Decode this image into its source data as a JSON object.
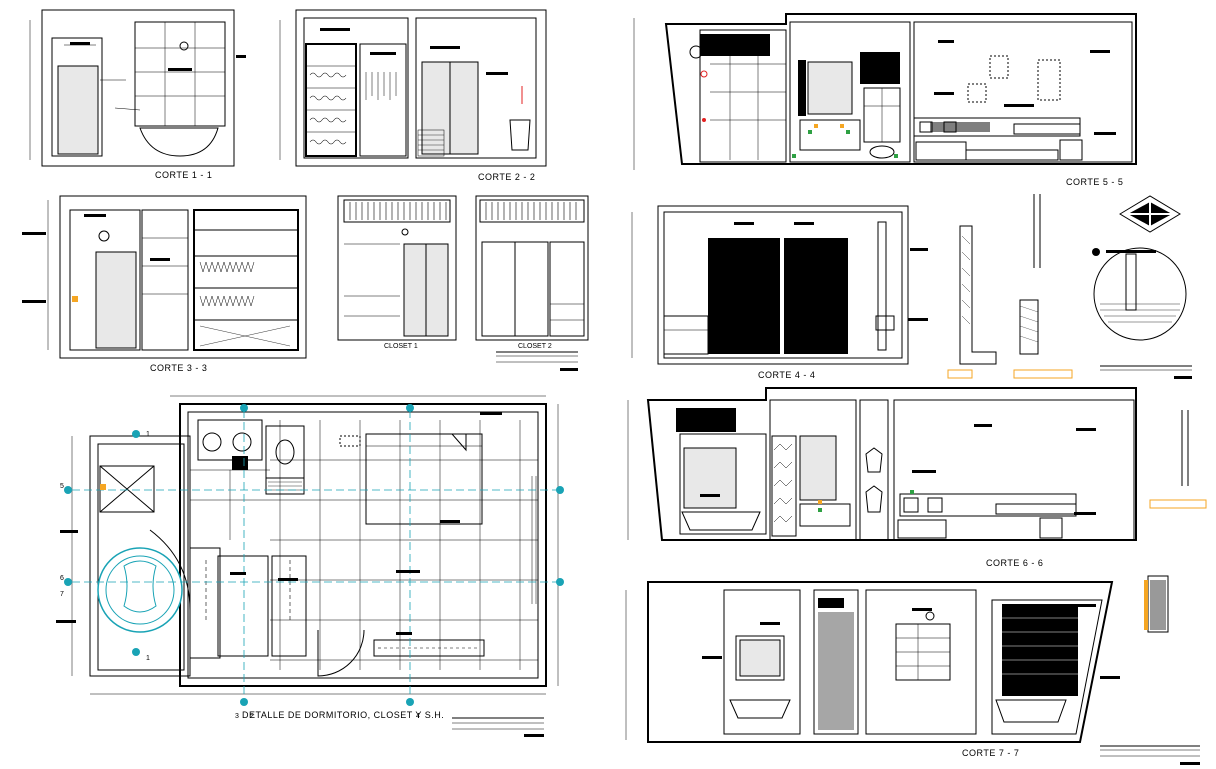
{
  "sheet": {
    "colors": {
      "line": "#000000",
      "axis": "#19a3b5",
      "accent_red": "#e32020",
      "accent_orange": "#f5a623",
      "accent_green": "#2ea043",
      "background": "#ffffff"
    }
  },
  "labels": {
    "corte_1": "CORTE  1 - 1",
    "corte_2": "CORTE  2 - 2",
    "corte_3": "CORTE  3 - 3",
    "closet_1": "CLOSET 1",
    "closet_2": "CLOSET 2",
    "corte_4": "CORTE  4 - 4",
    "corte_5": "CORTE  5 - 5",
    "corte_6": "CORTE  6 - 6",
    "corte_7": "CORTE  7 - 7",
    "plan_title": "DETALLE  DE  DORMITORIO, CLOSET Y S.H."
  },
  "axis_markers": {
    "m1": "1",
    "m2": "2",
    "m3": "3",
    "m4": "4",
    "m5": "5",
    "m6": "6",
    "m7": "7"
  }
}
